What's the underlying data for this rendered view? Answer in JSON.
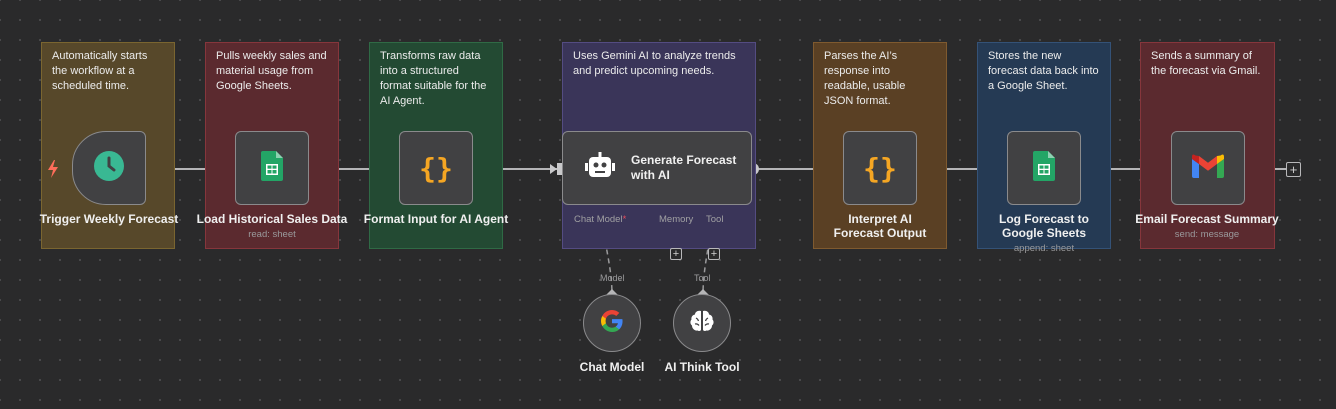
{
  "notes": [
    {
      "text": "Automatically starts the workflow at a scheduled time."
    },
    {
      "text": "Pulls weekly sales and material usage from Google Sheets."
    },
    {
      "text": "Transforms raw data into a structured format suitable for the AI Agent."
    },
    {
      "text": "Uses Gemini AI to analyze trends and predict upcoming needs."
    },
    {
      "text": "Parses the AI’s response into readable, usable JSON format."
    },
    {
      "text": "Stores the new forecast data back into a Google Sheet."
    },
    {
      "text": "Sends a summary of the forecast via Gmail."
    }
  ],
  "nodes": {
    "trigger": {
      "label": "Trigger Weekly Forecast",
      "icon": "clock-icon"
    },
    "load": {
      "label": "Load Historical Sales Data",
      "subtitle": "read: sheet",
      "icon": "google-sheets-icon"
    },
    "format": {
      "label": "Format Input for AI Agent",
      "icon": "curly-braces-icon"
    },
    "agent": {
      "label": "Generate Forecast with AI",
      "icon": "robot-icon"
    },
    "interpret": {
      "label": "Interpret AI Forecast Output",
      "icon": "curly-braces-icon"
    },
    "log": {
      "label": "Log Forecast to Google Sheets",
      "subtitle": "append: sheet",
      "icon": "google-sheets-icon"
    },
    "email": {
      "label": "Email Forecast Summary",
      "subtitle": "send: message",
      "icon": "gmail-icon"
    }
  },
  "agent_ports": {
    "chat_model": "Chat Model",
    "required_mark": "*",
    "memory": "Memory",
    "tool": "Tool"
  },
  "sub_nodes": {
    "chat_model": {
      "label": "Chat Model",
      "connection_label": "Model",
      "icon": "google-icon"
    },
    "think_tool": {
      "label": "AI Think Tool",
      "connection_label": "Tool",
      "icon": "brain-icon"
    }
  },
  "colors": {
    "accent_trigger": "#ff6d5a",
    "sheets_green": "#23a566",
    "braces_orange": "#f5a623",
    "clock_teal": "#39b893"
  }
}
